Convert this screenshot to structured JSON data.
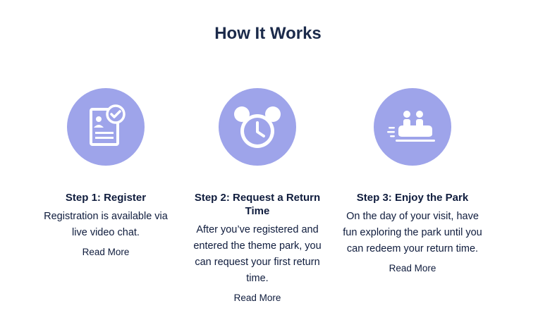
{
  "page": {
    "title": "How It Works"
  },
  "colors": {
    "icon_circle": "#9ea4ea",
    "text": "#0f1c3d"
  },
  "steps": [
    {
      "icon": "registration-checkmark-icon",
      "title": "Step 1: Register",
      "description": "Registration is available via live video chat.",
      "link": "Read More"
    },
    {
      "icon": "mickey-clock-icon",
      "title": "Step 2: Request a Return Time",
      "description": "After you’ve registered and entered the theme park, you can request your first return time.",
      "link": "Read More"
    },
    {
      "icon": "ride-vehicle-icon",
      "title": "Step 3: Enjoy the Park",
      "description": "On the day of your visit, have fun exploring the park until you can redeem your return time.",
      "link": "Read More"
    }
  ]
}
